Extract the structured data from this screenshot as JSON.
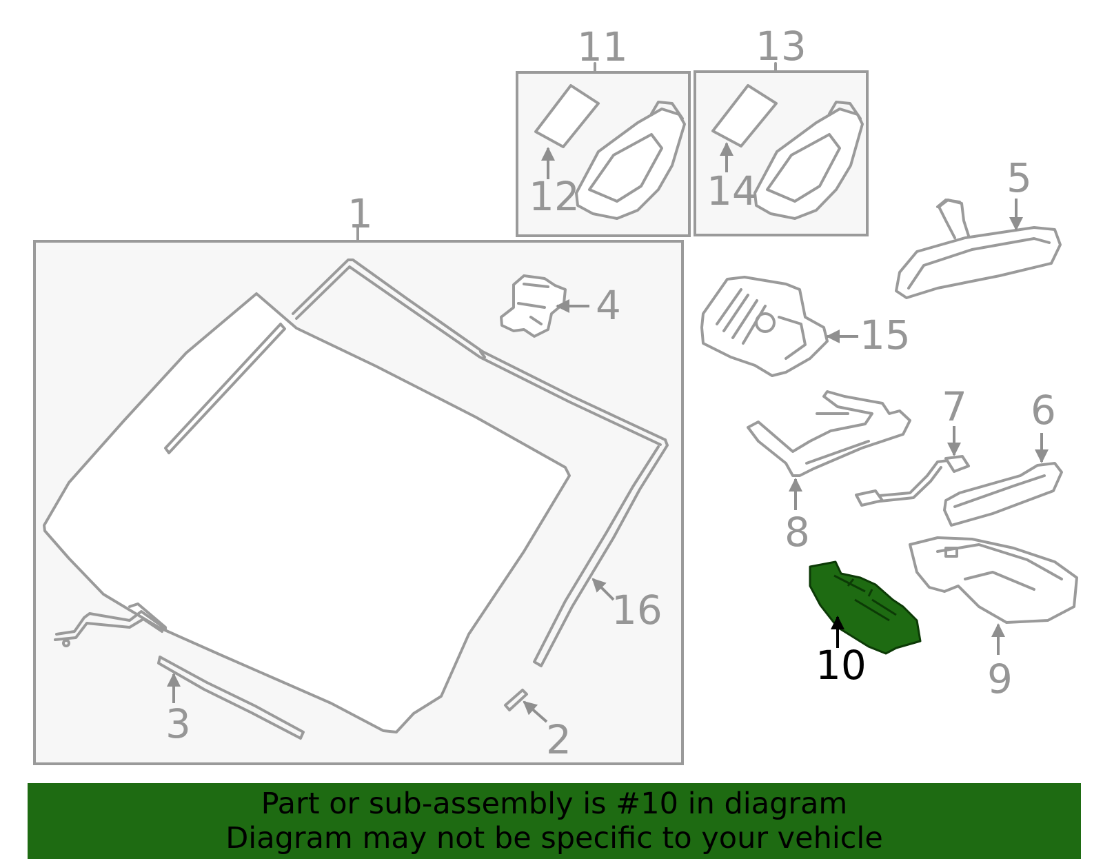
{
  "callouts": {
    "c1": "1",
    "c2": "2",
    "c3": "3",
    "c4": "4",
    "c5": "5",
    "c6": "6",
    "c7": "7",
    "c8": "8",
    "c9": "9",
    "c10": "10",
    "c11": "11",
    "c12": "12",
    "c13": "13",
    "c14": "14",
    "c15": "15",
    "c16": "16"
  },
  "highlighted_part": "10",
  "banner": {
    "line1": "Part or sub-assembly is #10 in diagram",
    "line2": "Diagram may not be specific to your vehicle"
  },
  "colors": {
    "highlight": "#1e6b12",
    "line": "#9a9a9a",
    "box_fill": "#f7f7f7"
  }
}
